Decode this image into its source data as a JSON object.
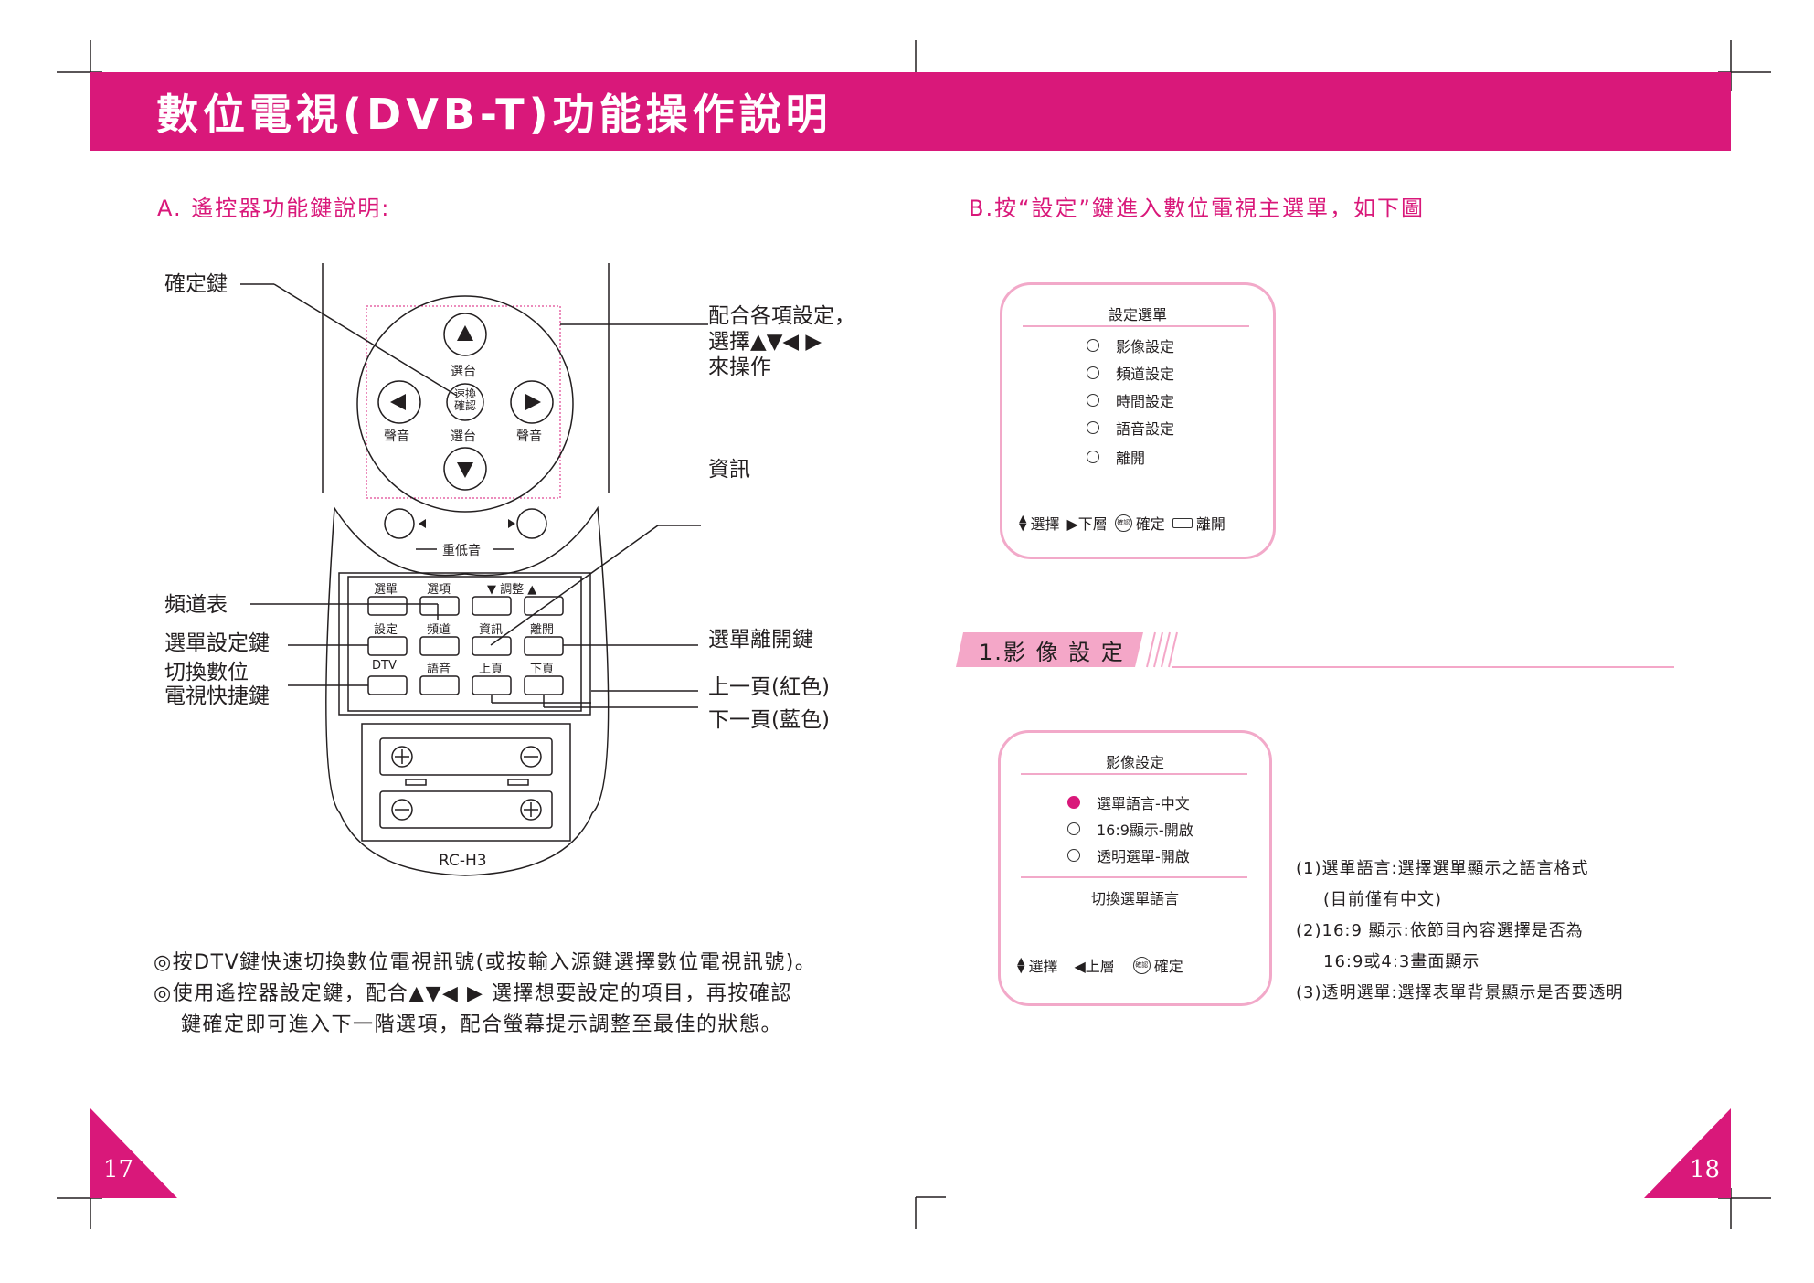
{
  "header": {
    "title": "數位電視(DVB-T)功能操作說明"
  },
  "section_a": {
    "heading": "A. 遙控器功能鍵說明:"
  },
  "section_b": {
    "heading": "B.按“設定”鍵進入數位電視主選單，如下圖"
  },
  "remote": {
    "model": "RC-H3",
    "center_key": [
      "速換",
      "確認"
    ],
    "channel_up": "選台",
    "channel_down": "選台",
    "volume_left": "聲音",
    "volume_right": "聲音",
    "bass": "重低音",
    "row1": [
      "選單",
      "選項",
      "▼ 調整 ▲"
    ],
    "row2": [
      "設定",
      "頻道",
      "資訊",
      "離開"
    ],
    "row3": [
      "DTV",
      "語音",
      "上頁",
      "下頁"
    ]
  },
  "callouts": {
    "confirm": "確定鍵",
    "combo": [
      "配合各項設定，",
      "選擇▲▼◀ ▶",
      "來操作"
    ],
    "info": "資訊",
    "channel_list": "頻道表",
    "menu_setting": "選單設定鍵",
    "dtv_switch": [
      "切換數位",
      "電視快捷鍵"
    ],
    "menu_exit": "選單離開鍵",
    "page_up": "上一頁(紅色)",
    "page_down": "下一頁(藍色)"
  },
  "notes": [
    "◎按DTV鍵快速切換數位電視訊號(或按輸入源鍵選擇數位電視訊號)。",
    "◎使用遙控器設定鍵，配合▲▼◀ ▶ 選擇想要設定的項目，再按確認",
    "鍵確定即可進入下一階選項，配合螢幕提示調整至最佳的狀態。"
  ],
  "main_menu": {
    "title": "設定選單",
    "items": [
      "影像設定",
      "頻道設定",
      "時間設定",
      "語音設定",
      "離開"
    ],
    "help": {
      "select": "選擇",
      "next": "▶下層",
      "confirm": "確定",
      "exit": "離開"
    }
  },
  "subsection": {
    "title": "1.影 像 設 定"
  },
  "picture_menu": {
    "title": "影像設定",
    "items": [
      {
        "label": "選單語言-中文",
        "selected": true
      },
      {
        "label": "16:9顯示-開啟",
        "selected": false
      },
      {
        "label": "透明選單-開啟",
        "selected": false
      }
    ],
    "hint": "切換選單語言",
    "help": {
      "select": "選擇",
      "prev": "◀上層",
      "confirm": "確定"
    }
  },
  "descriptions": [
    "(1)選單語言:選擇選單顯示之語言格式",
    "(目前僅有中文)",
    "(2)16:9 顯示:依節目內容選擇是否為",
    "16:9或4:3畫面顯示",
    "(3)透明選單:選擇表單背景顯示是否要透明"
  ],
  "page_numbers": {
    "left": "17",
    "right": "18"
  },
  "colors": {
    "accent": "#d9187a",
    "menu_border": "#f2a9c9"
  }
}
